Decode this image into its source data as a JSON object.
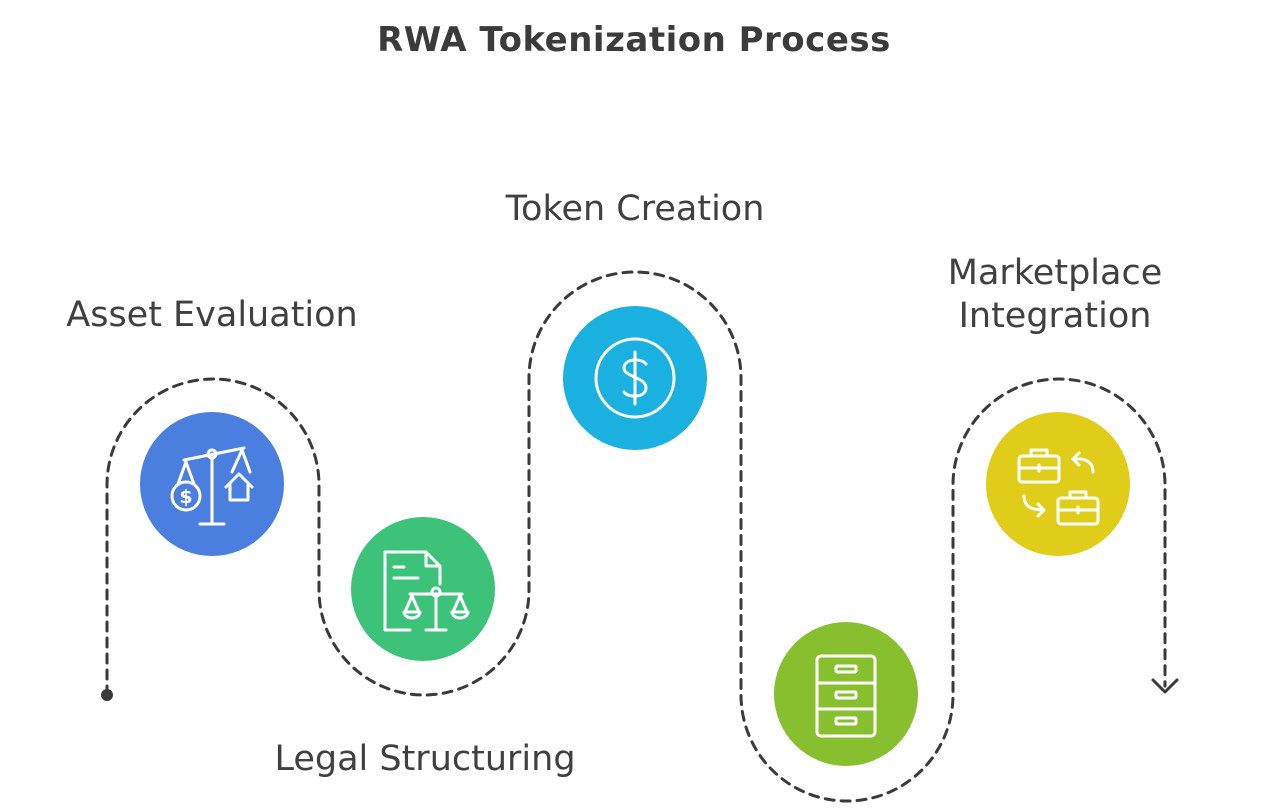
{
  "title": "RWA Tokenization Process",
  "steps": [
    {
      "label": "Asset Evaluation",
      "color": "#4a7fe0",
      "icon": "scale-dollar-house-icon"
    },
    {
      "label": "Legal Structuring",
      "color": "#3dc27a",
      "icon": "document-scale-icon"
    },
    {
      "label": "Token Creation",
      "color": "#1ab0e0",
      "icon": "dollar-coin-icon"
    },
    {
      "label": "",
      "color": "#88bf2e",
      "icon": "filing-cabinet-icon"
    },
    {
      "label": "Marketplace Integration",
      "color": "#e0cd19",
      "icon": "briefcase-exchange-icon"
    }
  ],
  "path": {
    "color": "#3a3a3a",
    "start": "dot",
    "end": "arrow"
  }
}
